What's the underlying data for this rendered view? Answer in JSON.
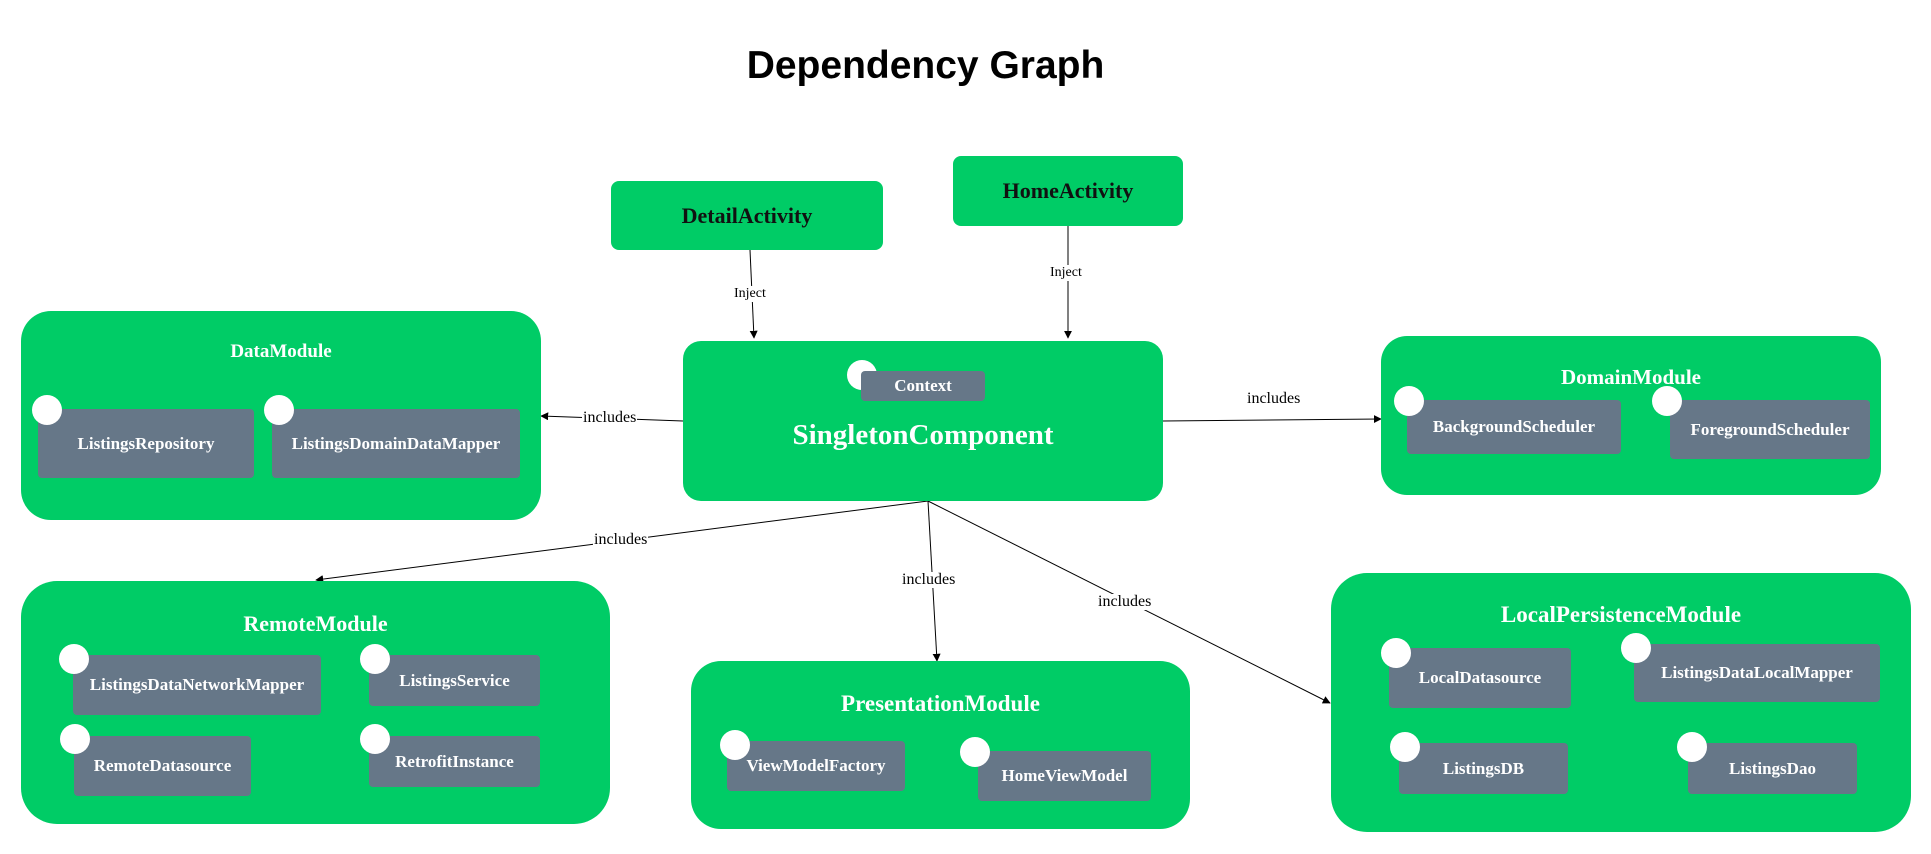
{
  "title": "Dependency Graph",
  "colors": {
    "module_green": "#00CC66",
    "item_slate": "#667788",
    "background": "#ffffff"
  },
  "activities": {
    "detail": "DetailActivity",
    "home": "HomeActivity"
  },
  "singleton": {
    "title": "SingletonComponent",
    "context": "Context"
  },
  "modules": {
    "data": {
      "title": "DataModule",
      "items": [
        "ListingsRepository",
        "ListingsDomainDataMapper"
      ]
    },
    "domain": {
      "title": "DomainModule",
      "items": [
        "BackgroundScheduler",
        "ForegroundScheduler"
      ]
    },
    "remote": {
      "title": "RemoteModule",
      "items": [
        "ListingsDataNetworkMapper",
        "ListingsService",
        "RemoteDatasource",
        "RetrofitInstance"
      ]
    },
    "presentation": {
      "title": "PresentationModule",
      "items": [
        "ViewModelFactory",
        "HomeViewModel"
      ]
    },
    "local": {
      "title": "LocalPersistenceModule",
      "items": [
        "LocalDatasource",
        "ListingsDataLocalMapper",
        "ListingsDB",
        "ListingsDao"
      ]
    }
  },
  "edges": {
    "inject_detail": "Inject",
    "inject_home": "Inject",
    "includes_data": "includes",
    "includes_domain": "includes",
    "includes_remote": "includes",
    "includes_presentation": "includes",
    "includes_local": "includes"
  }
}
